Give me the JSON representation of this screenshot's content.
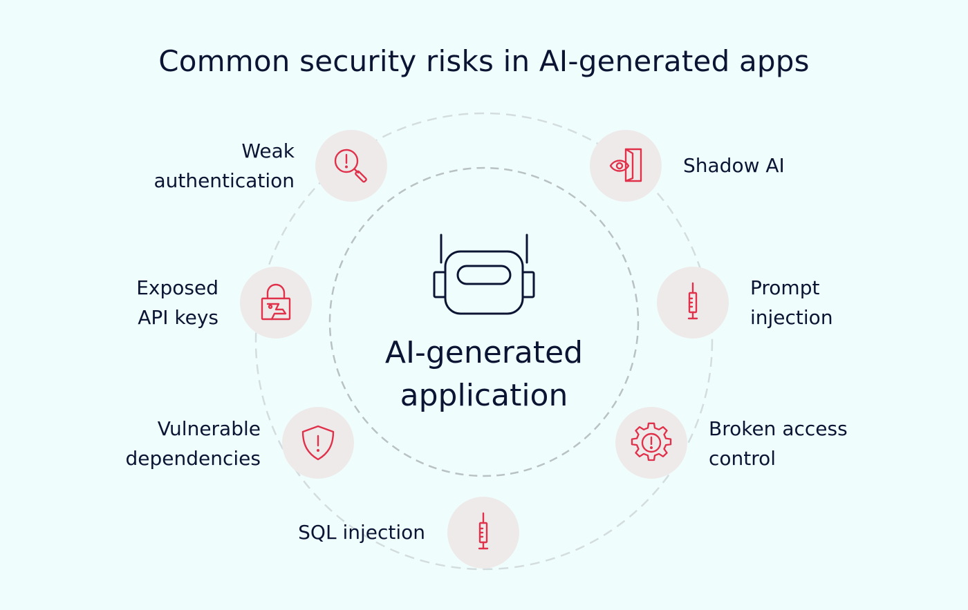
{
  "title": "Common security risks in AI-generated apps",
  "center": {
    "line1": "AI-generated",
    "line2": "application"
  },
  "colors": {
    "background": "#f0fdfd",
    "text": "#0c1433",
    "icon_accent": "#e0314b",
    "node_fill": "#eeeaea",
    "ring": "#c9d2d4"
  },
  "risks": [
    {
      "id": "weak-authentication",
      "lines": [
        "Weak",
        "authentication"
      ],
      "icon": "magnifier-alert-icon"
    },
    {
      "id": "shadow-ai",
      "lines": [
        "Shadow AI"
      ],
      "icon": "eye-door-icon"
    },
    {
      "id": "exposed-api-keys",
      "lines": [
        "Exposed",
        "API keys"
      ],
      "icon": "padlock-key-icon"
    },
    {
      "id": "prompt-injection",
      "lines": [
        "Prompt",
        "injection"
      ],
      "icon": "syringe-icon"
    },
    {
      "id": "vulnerable-dependencies",
      "lines": [
        "Vulnerable",
        "dependencies"
      ],
      "icon": "shield-alert-icon"
    },
    {
      "id": "broken-access-control",
      "lines": [
        "Broken access",
        "control"
      ],
      "icon": "gear-alert-icon"
    },
    {
      "id": "sql-injection",
      "lines": [
        "SQL injection"
      ],
      "icon": "syringe-icon"
    }
  ]
}
